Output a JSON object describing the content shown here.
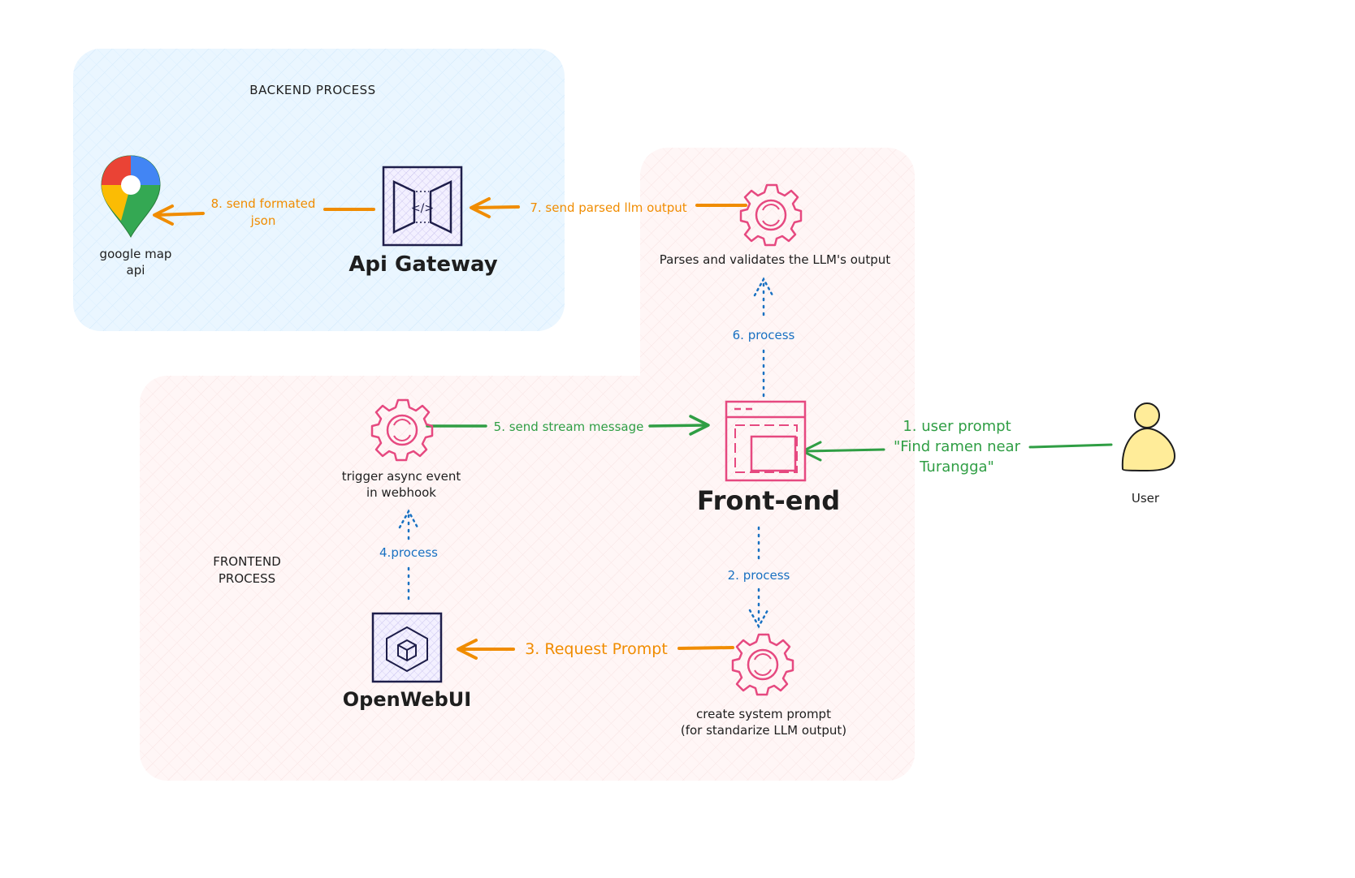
{
  "colors": {
    "orange": "#f08c00",
    "green": "#2f9e44",
    "blue": "#1971c2",
    "pink": "#e64980",
    "purple": "#1e1e4a",
    "region_blue": "#e7f5ff",
    "region_pink": "#fff5f5",
    "region_pink2": "#fff0f0",
    "user_fill": "#ffec99"
  },
  "regions": {
    "backend_label": "BACKEND PROCESS",
    "frontend_label": [
      "FRONTEND",
      "PROCESS"
    ]
  },
  "nodes": {
    "google_map": {
      "label": [
        "google map",
        "api"
      ],
      "icon": "map-pin-icon"
    },
    "api_gateway": {
      "label": "Api Gateway",
      "icon": "api-gateway-icon"
    },
    "parser": {
      "label": "Parses and validates the LLM's output",
      "icon": "gear-icon"
    },
    "frontend": {
      "label": "Front-end",
      "icon": "browser-window-icon"
    },
    "user": {
      "label": "User",
      "icon": "person-icon"
    },
    "webhook": {
      "label": [
        "trigger async event",
        "in webhook"
      ],
      "icon": "gear-icon"
    },
    "openwebui": {
      "label": "OpenWebUI",
      "icon": "cube-icon"
    },
    "system_prompt": {
      "label": [
        "create system prompt",
        "(for standarize LLM output)"
      ],
      "icon": "gear-icon"
    }
  },
  "edges": {
    "e1": [
      "1. user prompt",
      "\"Find ramen near",
      "Turangga\""
    ],
    "e2": "2. process",
    "e3": "3. Request Prompt",
    "e4": "4.process",
    "e5": "5. send stream message",
    "e6": "6. process",
    "e7": "7. send parsed llm output",
    "e8": [
      "8. send formated",
      "json"
    ]
  }
}
